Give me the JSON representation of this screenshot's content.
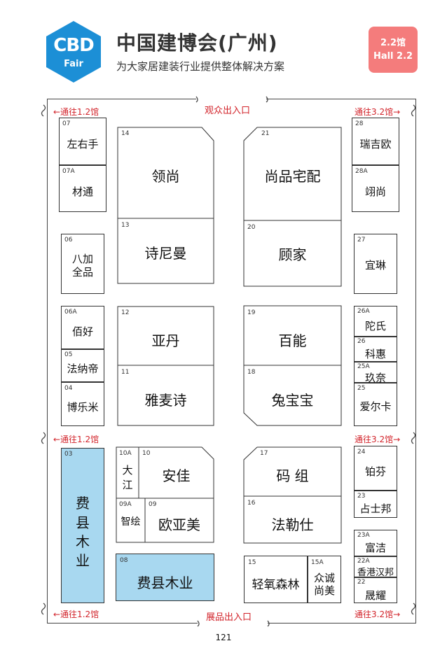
{
  "header": {
    "logo_text": "CBD",
    "logo_sub": "Fair",
    "title": "中国建博会(广州)",
    "subtitle": "为大家居建装行业提供整体解决方案",
    "hall_cn": "2.2馆",
    "hall_en": "Hall 2.2"
  },
  "doors": {
    "top_center": "观众出入口",
    "bottom_center": "展品出入口",
    "left_1": "←通往1.2馆",
    "left_2": "←通往1.2馆",
    "left_3": "←通往1.2馆",
    "right_1": "通往3.2馆→",
    "right_2": "通往3.2馆→",
    "right_3": "通往3.2馆→"
  },
  "booths": {
    "b07": {
      "num": "07",
      "name": "左右手"
    },
    "b07a": {
      "num": "07A",
      "name": "材通"
    },
    "b06": {
      "num": "06",
      "name": "八加",
      "name2": "全品"
    },
    "b06a": {
      "num": "06A",
      "name": "佰好"
    },
    "b05": {
      "num": "05",
      "name": "法纳帝"
    },
    "b04": {
      "num": "04",
      "name": "博乐米"
    },
    "b03": {
      "num": "03",
      "c1": "费",
      "c2": "县",
      "c3": "木",
      "c4": "业"
    },
    "b14": {
      "num": "14",
      "name": "领尚"
    },
    "b13": {
      "num": "13",
      "name": "诗尼曼"
    },
    "b12": {
      "num": "12",
      "name": "亚丹"
    },
    "b11": {
      "num": "11",
      "name": "雅麦诗"
    },
    "b10a": {
      "num": "10A",
      "c1": "大",
      "c2": "江"
    },
    "b10": {
      "num": "10",
      "name": "安佳"
    },
    "b09a": {
      "num": "09A",
      "name": "智绘"
    },
    "b09": {
      "num": "09",
      "name": "欧亚美"
    },
    "b08": {
      "num": "08",
      "name": "费县木业"
    },
    "b21": {
      "num": "21",
      "name": "尚品宅配"
    },
    "b20": {
      "num": "20",
      "name": "顾家"
    },
    "b19": {
      "num": "19",
      "name": "百能"
    },
    "b18": {
      "num": "18",
      "name": "兔宝宝"
    },
    "b17": {
      "num": "17",
      "name": "码 组"
    },
    "b16": {
      "num": "16",
      "name": "法勒仕"
    },
    "b15": {
      "num": "15",
      "name": "轻氧森林"
    },
    "b15a": {
      "num": "15A",
      "name": "众诚",
      "name2": "尚美"
    },
    "b28": {
      "num": "28",
      "name": "瑞吉欧"
    },
    "b28a": {
      "num": "28A",
      "name": "翊尚"
    },
    "b27": {
      "num": "27",
      "name": "宜琳"
    },
    "b26a": {
      "num": "26A",
      "name": "陀氏"
    },
    "b26": {
      "num": "26",
      "name": "科惠"
    },
    "b25a": {
      "num": "25A",
      "name": "玖奈"
    },
    "b25": {
      "num": "25",
      "name": "爱尔卡"
    },
    "b24": {
      "num": "24",
      "name": "铂芬"
    },
    "b23": {
      "num": "23",
      "name": "占士邦"
    },
    "b23a": {
      "num": "23A",
      "name": "富洁"
    },
    "b22a": {
      "num": "22A",
      "name": "香港汉邦"
    },
    "b22": {
      "num": "22",
      "name": "晟耀"
    }
  },
  "page_number": "121",
  "colors": {
    "accent_blue": "#1c8fd6",
    "highlight_blue": "#a8d8f0",
    "door_red": "#d2232a",
    "badge_pink": "#f47c7c"
  }
}
